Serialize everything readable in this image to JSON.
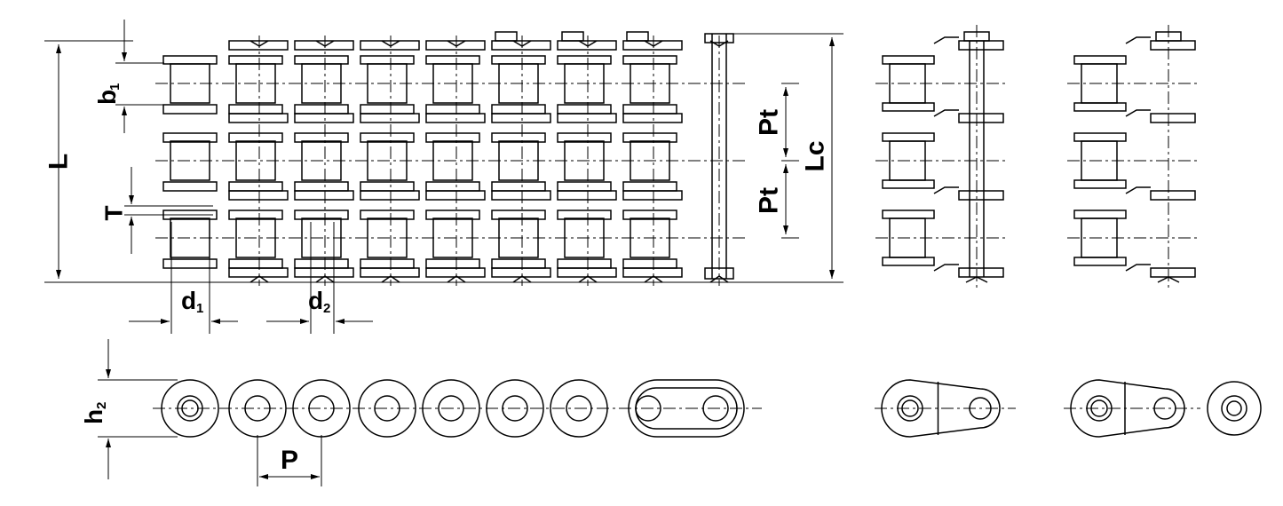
{
  "labels": {
    "L": "L",
    "b": "b",
    "b_sub": "1",
    "Pt_upper": "Pt",
    "Pt_lower": "Pt",
    "Lc": "Lc",
    "T": "T",
    "d1": "d",
    "d1_sub": "1",
    "d2": "d",
    "d2_sub": "2",
    "h2": "h",
    "h2_sub": "2",
    "P": "P"
  },
  "drawing": {
    "strands": 3,
    "pitches_shown": 8,
    "line_color": "#000000",
    "background": "#ffffff"
  }
}
